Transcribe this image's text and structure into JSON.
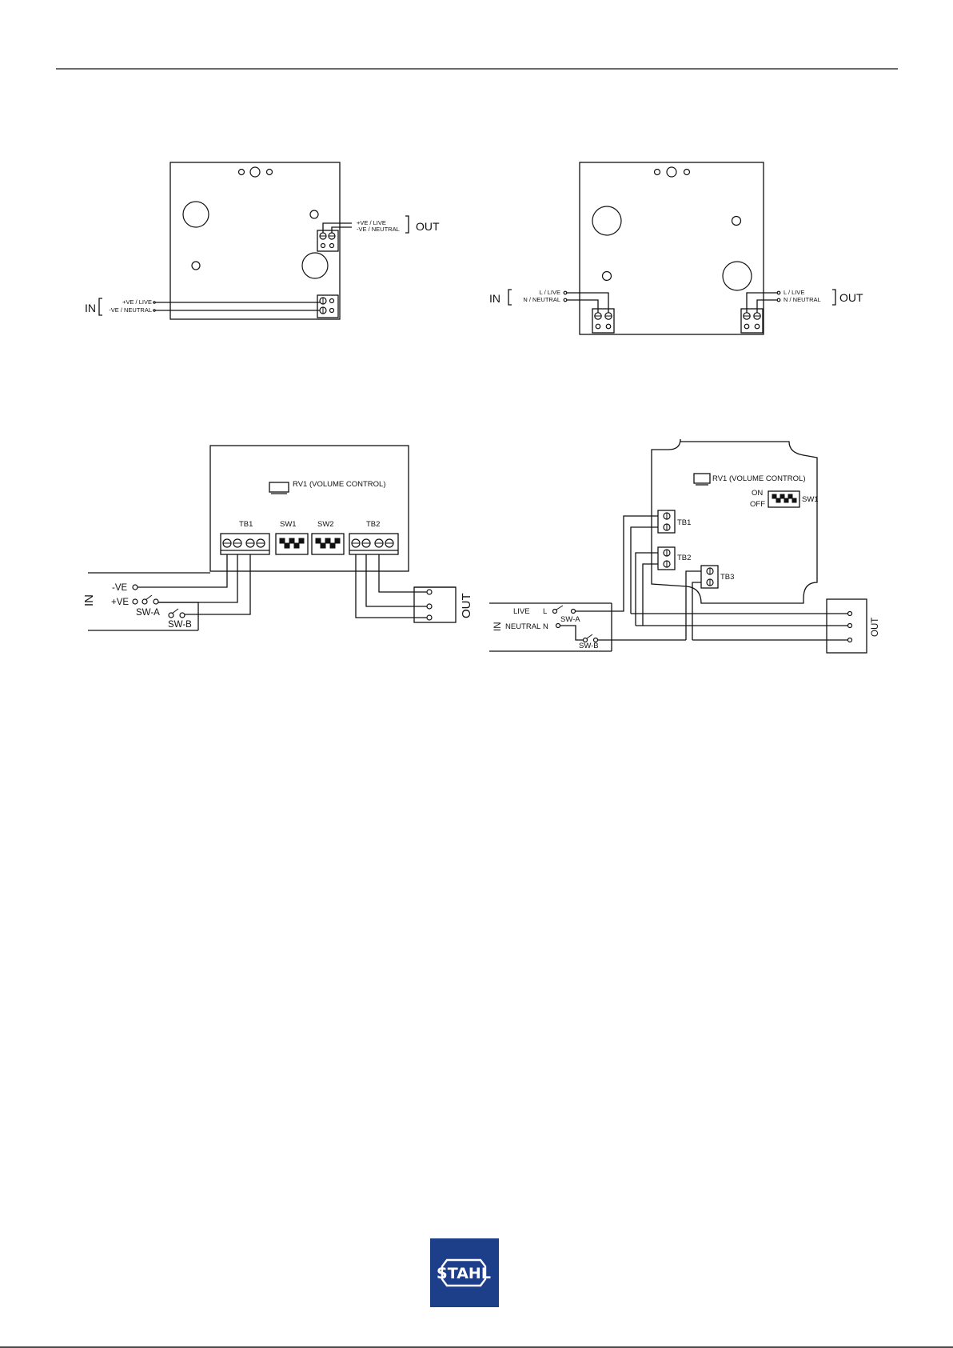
{
  "diagram1": {
    "out_label": "OUT",
    "in_label": "IN",
    "out_pos": "+VE / LIVE",
    "out_neg": "-VE / NEUTRAL",
    "in_pos": "+VE / LIVE",
    "in_neg": "-VE / NEUTRAL"
  },
  "diagram2": {
    "in_label": "IN",
    "out_label": "OUT",
    "in_live": "L / LIVE",
    "in_neutral": "N / NEUTRAL",
    "out_live": "L / LIVE",
    "out_neutral": "N / NEUTRAL"
  },
  "diagram3": {
    "rv1": "RV1 (VOLUME CONTROL)",
    "tb1": "TB1",
    "sw1": "SW1",
    "sw2": "SW2",
    "tb2": "TB2",
    "neg": "-VE",
    "pos": "+VE",
    "in_label": "IN",
    "out_label": "OUT",
    "swa": "SW-A",
    "swb": "SW-B"
  },
  "diagram4": {
    "rv1": "RV1 (VOLUME CONTROL)",
    "on": "ON",
    "off": "OFF",
    "sw1": "SW1",
    "tb1": "TB1",
    "tb2": "TB2",
    "tb3": "TB3",
    "live": "LIVE",
    "l": "L",
    "neutral": "NEUTRAL",
    "n": "N",
    "in_label": "IN",
    "out_label": "OUT",
    "swa": "SW-A",
    "swb": "SW-B"
  },
  "logo": {
    "text": "STAHL",
    "color": "#1d3f8a"
  }
}
